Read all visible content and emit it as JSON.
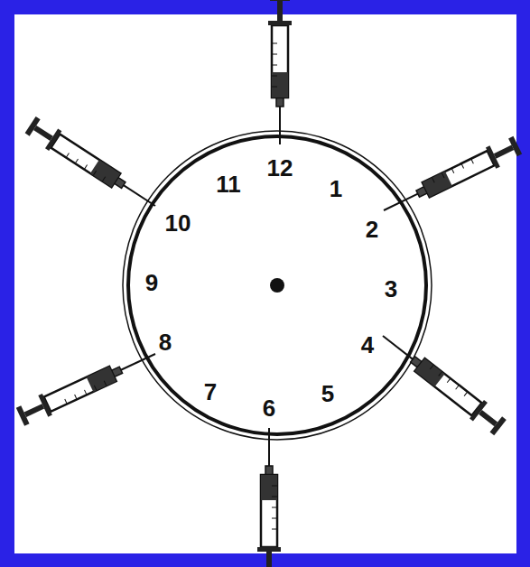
{
  "diagram": {
    "labels": [
      "12",
      "11",
      "1",
      "10",
      "2",
      "9",
      "3",
      "8",
      "4",
      "7",
      "5",
      "6"
    ]
  }
}
